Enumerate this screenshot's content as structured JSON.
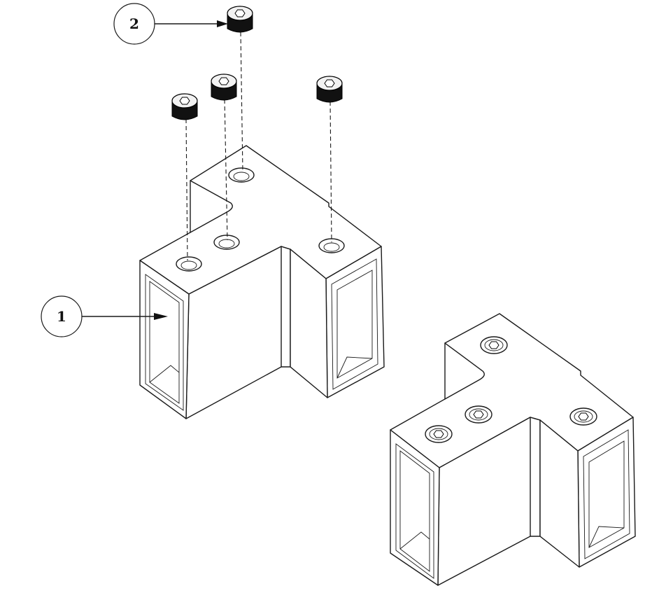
{
  "callouts": [
    {
      "label": "1",
      "target": "bracket-body"
    },
    {
      "label": "2",
      "target": "set-screw"
    }
  ],
  "exploded_view": {
    "screw_count": 4
  },
  "assembled_view": {
    "screw_count": 4
  },
  "colors": {
    "line": "#1a1a1a",
    "screw": "#111111",
    "background": "#ffffff"
  }
}
